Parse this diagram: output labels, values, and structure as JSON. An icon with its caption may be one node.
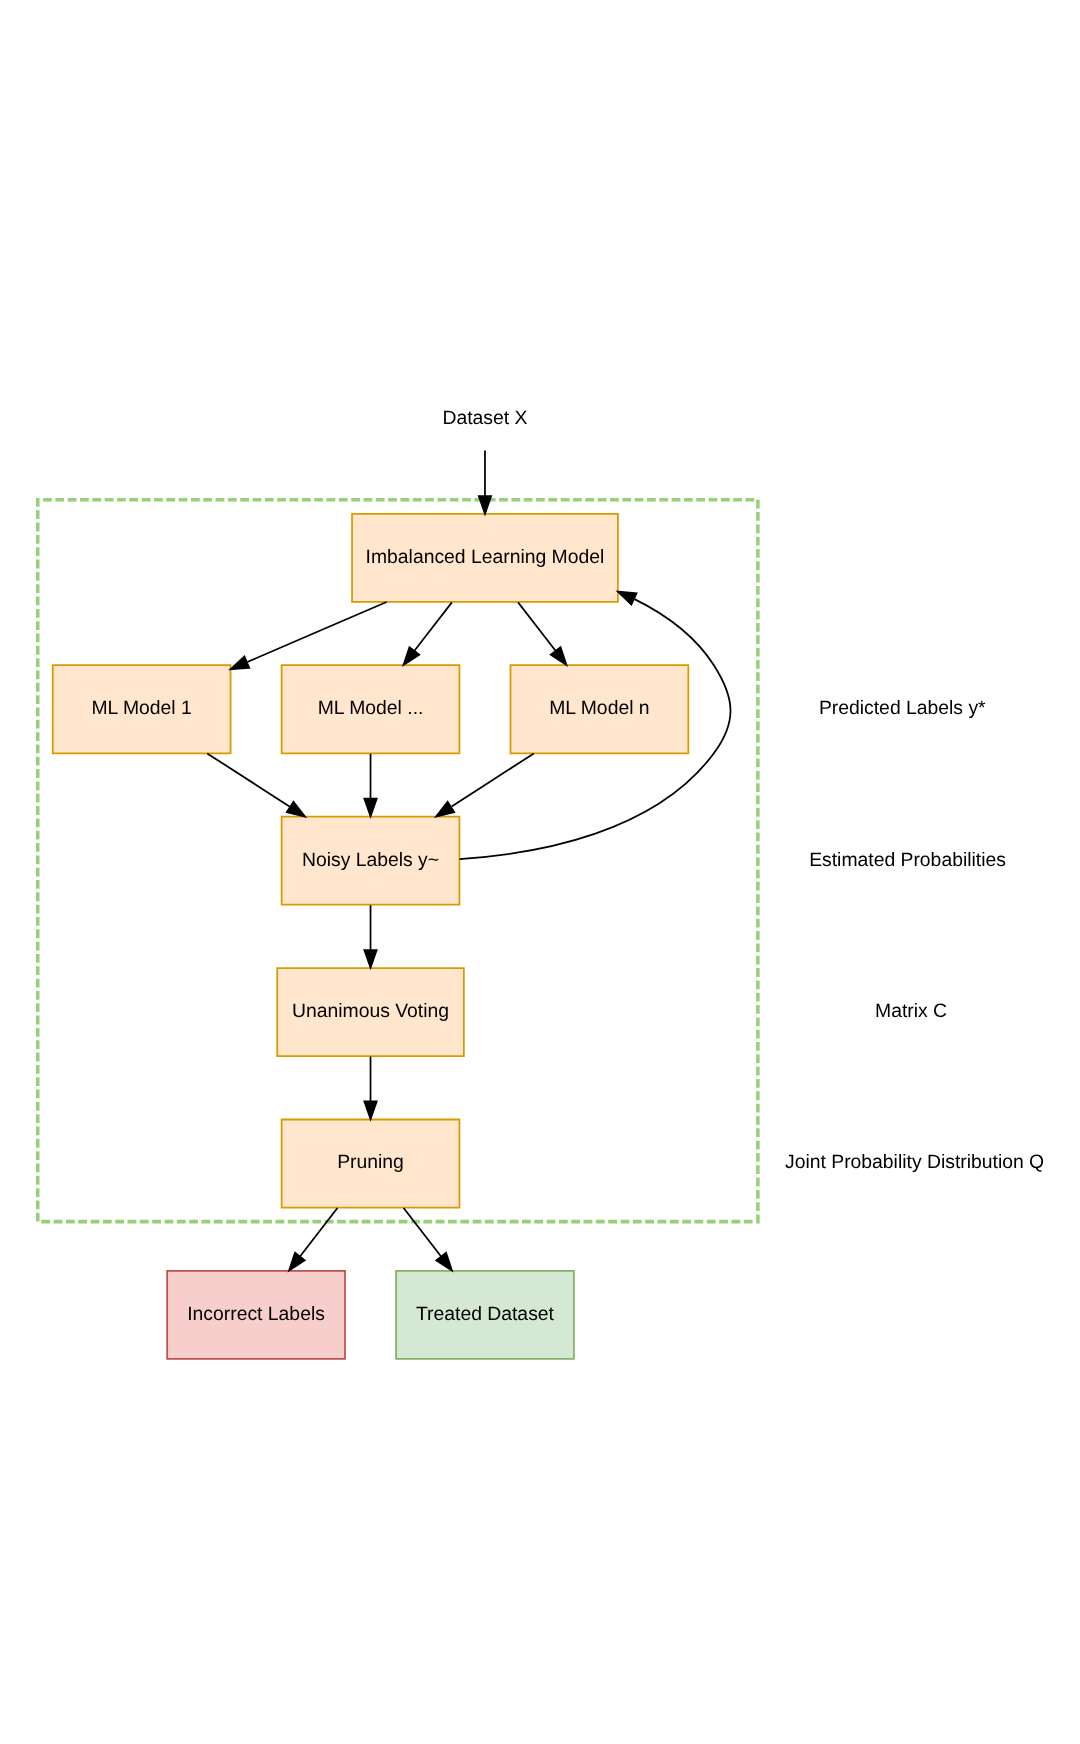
{
  "diagram": {
    "nodes": [
      {
        "text": [],
        "shape": "box"
      },
      {
        "text": [
          "Dataset X"
        ]
      },
      {
        "text": [
          "Imbalanced Learning Model"
        ],
        "in": 0
      },
      {
        "text": [
          "ML Model 1"
        ],
        "in": 0
      },
      {
        "text": [
          "ML Model ..."
        ],
        "in": 0
      },
      {
        "text": [
          "ML Model n"
        ],
        "in": 0
      },
      {
        "text": [
          "Noisy Labels y~"
        ],
        "in": 0
      },
      {
        "text": [
          "Unanimous Voting"
        ],
        "in": 0
      },
      {
        "text": [
          "Pruning"
        ],
        "in": 0
      },
      {
        "text": [
          "Incorrect Labels"
        ]
      },
      {
        "text": [
          "Treated Dataset"
        ]
      }
    ],
    "edges": [
      {
        "from": 1,
        "to": 2,
        "arrow": "to"
      },
      {
        "from": 6,
        "to": 2,
        "arrow": "to"
      },
      {
        "from": 2,
        "to": 3,
        "arrow": "to"
      },
      {
        "from": 2,
        "to": 4,
        "arrow": "to"
      },
      {
        "from": 2,
        "to": 5,
        "arrow": "to"
      },
      {
        "from": 3,
        "to": 6,
        "arrow": "to"
      },
      {
        "from": 4,
        "to": 6,
        "arrow": "to"
      },
      {
        "from": 5,
        "to": 6,
        "arrow": "to"
      },
      {
        "from": 6,
        "to": 7,
        "arrow": "to"
      },
      {
        "from": 7,
        "to": 8,
        "arrow": "to"
      },
      {
        "from": 8,
        "to": 9,
        "arrow": "to"
      },
      {
        "from": 8,
        "to": 10,
        "arrow": "to"
      }
    ],
    "labels": [
      "Predicted Labels y*",
      "Estimated Probabilities",
      "Matrix C",
      "Joint Probability Distribution Q"
    ]
  }
}
